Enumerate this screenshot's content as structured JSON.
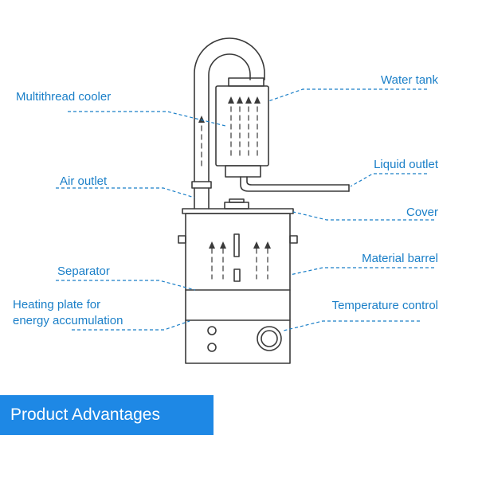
{
  "labels": {
    "water_tank": "Water tank",
    "multithread_cooler": "Multithread cooler",
    "liquid_outlet": "Liquid outlet",
    "air_outlet": "Air outlet",
    "cover": "Cover",
    "material_barrel": "Material barrel",
    "separator": "Separator",
    "heating_plate_line1": "Heating plate for",
    "heating_plate_line2": "energy accumulation",
    "temperature_control": "Temperature control"
  },
  "banner": {
    "text": "Product Advantages"
  },
  "colors": {
    "label": "#1a7fc8",
    "leader": "#1a7fc8",
    "outline": "#3a3a3a",
    "banner": "#1e88e5",
    "banner_text": "#ffffff"
  }
}
